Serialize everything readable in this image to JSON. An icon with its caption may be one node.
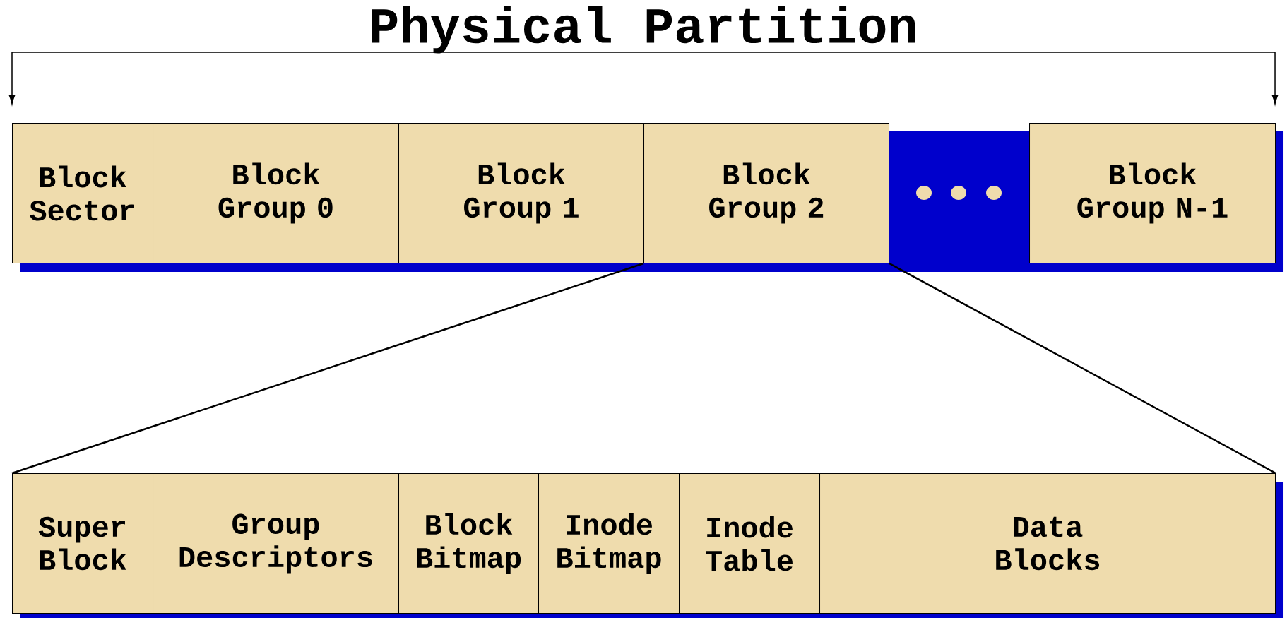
{
  "diagram": {
    "title": "Physical Partition",
    "nodes": [
      {
        "text": [
          "Block Sector"
        ]
      },
      {
        "text": [
          "Block Group 0"
        ]
      },
      {
        "text": [
          "Block Group 1"
        ]
      },
      {
        "text": [
          "Block Group 2"
        ]
      },
      {
        "text": [
          "Block Group N-1"
        ]
      },
      {
        "text": [
          "Super Block"
        ]
      },
      {
        "text": [
          "Group Descriptors"
        ]
      },
      {
        "text": [
          "Block Bitmap"
        ]
      },
      {
        "text": [
          "Inode Bitmap"
        ]
      },
      {
        "text": [
          "Inode Table"
        ]
      },
      {
        "text": [
          "Data Blocks"
        ]
      }
    ],
    "edges": [
      {
        "from": 3,
        "to": 5,
        "arrow": "none"
      },
      {
        "from": 3,
        "to": 10,
        "arrow": "none"
      }
    ]
  }
}
